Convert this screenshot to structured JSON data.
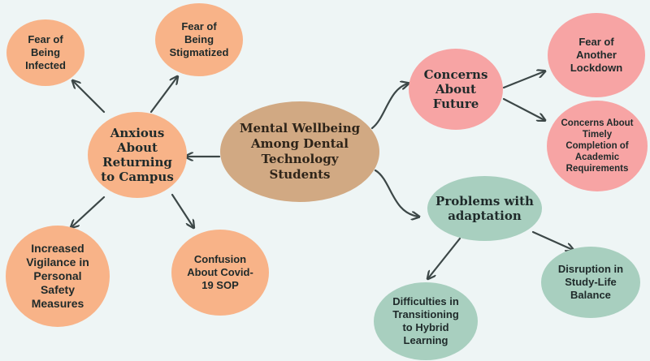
{
  "diagram": {
    "center": "Mental Wellbeing\nAmong Dental\nTechnology\nStudents",
    "anxious": "Anxious\nAbout\nReturning\nto Campus",
    "fear_infected": "Fear of\nBeing\nInfected",
    "fear_stigmatized": "Fear of\nBeing\nStigmatized",
    "vigilance": "Increased\nVigilance in\nPersonal\nSafety\nMeasures",
    "confusion": "Confusion\nAbout Covid-\n19 SOP",
    "concerns_future": "Concerns\nAbout\nFuture",
    "fear_lockdown": "Fear of\nAnother\nLockdown",
    "concerns_timely": "Concerns About\nTimely\nCompletion of\nAcademic\nRequirements",
    "problems_adaptation": "Problems with\nadaptation",
    "difficulties_hybrid": "Difficulties in\nTransitioning\nto Hybrid\nLearning",
    "disruption": "Disruption in\nStudy-Life\nBalance"
  },
  "colors": {
    "background": "#eef5f5",
    "center_node": "#d1a983",
    "anxiety_branch": "#f8b388",
    "future_branch": "#f7a4a4",
    "adaptation_branch": "#a8cfbf",
    "arrow": "#3c4747"
  }
}
